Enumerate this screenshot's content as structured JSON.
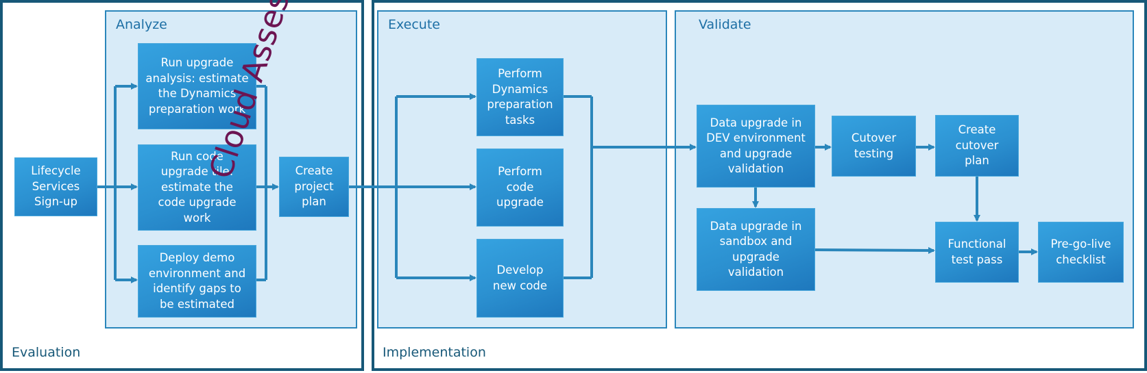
{
  "containers": {
    "evaluation": "Evaluation",
    "implementation": "Implementation"
  },
  "phases": {
    "analyze": "Analyze",
    "execute": "Execute",
    "validate": "Validate"
  },
  "boxes": {
    "lifecycle_signup": [
      "Lifecycle",
      "Services",
      "Sign-up"
    ],
    "run_upgrade_analysis": [
      "Run upgrade",
      "analysis: estimate",
      "the Dynamics",
      "preparation work"
    ],
    "run_code_upgrade_tile": [
      "Run code",
      "upgrade tile:",
      "estimate the",
      "code upgrade",
      "work"
    ],
    "deploy_demo_environment": [
      "Deploy demo",
      "environment and",
      "identify gaps to",
      "be estimated"
    ],
    "create_project_plan": [
      "Create",
      "project",
      "plan"
    ],
    "perform_dynamics_prep": [
      "Perform",
      "Dynamics",
      "preparation",
      "tasks"
    ],
    "perform_code_upgrade": [
      "Perform",
      "code",
      "upgrade"
    ],
    "develop_new_code": [
      "Develop",
      "new code"
    ],
    "data_upgrade_dev": [
      "Data upgrade in",
      "DEV environment",
      "and upgrade",
      "validation"
    ],
    "cutover_testing": [
      "Cutover",
      "testing"
    ],
    "create_cutover_plan": [
      "Create",
      "cutover",
      "plan"
    ],
    "data_upgrade_sandbox": [
      "Data upgrade in",
      "sandbox and",
      "upgrade",
      "validation"
    ],
    "functional_test_pass": [
      "Functional",
      "test pass"
    ],
    "pre_go_live_checklist": [
      "Pre-go-live",
      "checklist"
    ]
  },
  "watermark": "Cloud Assessment",
  "colors": {
    "outer_border": "#175878",
    "phase_fill": "#d8ebf8",
    "phase_border": "#2a86bb",
    "box_fill": "#2b90d0",
    "arrow": "#2a86bb",
    "title": "#1d6fa5",
    "watermark": "#6c1552"
  }
}
